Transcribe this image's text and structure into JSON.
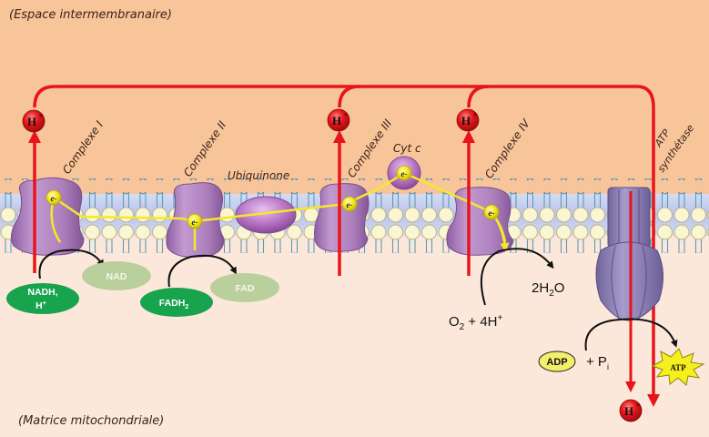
{
  "regions": {
    "intermembrane": "(Espace intermembranaire)",
    "matrix": "(Matrice mitochondriale)"
  },
  "complexes": {
    "c1": "Complexe I",
    "c2": "Complexe II",
    "c3": "Complexe III",
    "c4": "Complexe IV",
    "atp_line1": "ATP",
    "atp_line2": "synthétase"
  },
  "carriers": {
    "ubiquinone": "Ubiquinone",
    "cytc": "Cyt c"
  },
  "electron": "e-",
  "proton": {
    "symbol": "H",
    "charge": "+"
  },
  "substrates": {
    "nadh_line1": "NADH,",
    "nadh_line2": "H",
    "nadh_sup": "+",
    "nad": "NAD",
    "fadh_main": "FADH",
    "fadh_sub": "2",
    "fad": "FAD",
    "water": {
      "a": "2H",
      "sub": "2",
      "b": "O"
    },
    "oxygen": {
      "a": "O",
      "sub": "2",
      "b": " + 4H",
      "sup": "+"
    },
    "adp": "ADP",
    "pi": {
      "a": "+ P",
      "sub": "i"
    },
    "atp": "ATP"
  },
  "colors": {
    "intermembrane_bg": "#f8c49a",
    "matrix_bg": "#fce8da",
    "proton_arrow": "#e8141b",
    "electron_path": "#f5e82a",
    "protein": "#a97bb8",
    "nadh": "#18a34d",
    "nad": "#b9cf9c",
    "adp": "#f3ef6a",
    "atp_synthase": "#8b7fb6"
  }
}
